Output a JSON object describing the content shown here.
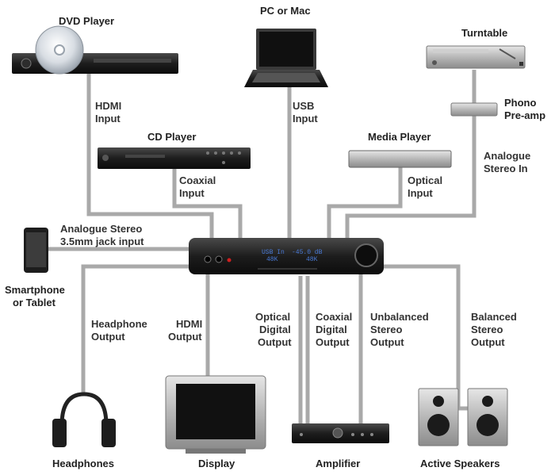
{
  "devices": {
    "dvd": "DVD Player",
    "pc": "PC or Mac",
    "turntable": "Turntable",
    "phono": [
      "Phono",
      "Pre-amp"
    ],
    "cd": "CD Player",
    "media": "Media Player",
    "smartphone": [
      "Smartphone",
      "or Tablet"
    ],
    "headphones": "Headphones",
    "display": "Display",
    "amplifier": "Amplifier",
    "speakers": "Active Speakers"
  },
  "connections": {
    "hdmi_in": [
      "HDMI",
      "Input"
    ],
    "usb_in": [
      "USB",
      "Input"
    ],
    "coaxial_in": [
      "Coaxial",
      "Input"
    ],
    "optical_in": [
      "Optical",
      "Input"
    ],
    "analogue_stereo_in": [
      "Analogue",
      "Stereo In"
    ],
    "analogue_jack": [
      "Analogue Stereo",
      "3.5mm jack input"
    ],
    "headphone_out": [
      "Headphone",
      "Output"
    ],
    "hdmi_out": [
      "HDMI",
      "Output"
    ],
    "optical_digital_out": [
      "Optical",
      "Digital",
      "Output"
    ],
    "coaxial_digital_out": [
      "Coaxial",
      "Digital",
      "Output"
    ],
    "unbalanced_out": [
      "Unbalanced",
      "Stereo",
      "Output"
    ],
    "balanced_out": [
      "Balanced",
      "Stereo",
      "Output"
    ]
  },
  "hub_display": {
    "line1_left": "USB In",
    "line1_right": "-45.0 dB",
    "line2_left": "48K",
    "line2_right": "48K"
  },
  "colors": {
    "cable": "#a9a9a9",
    "device_dark": "#1e1e1e",
    "label": "#333333"
  }
}
